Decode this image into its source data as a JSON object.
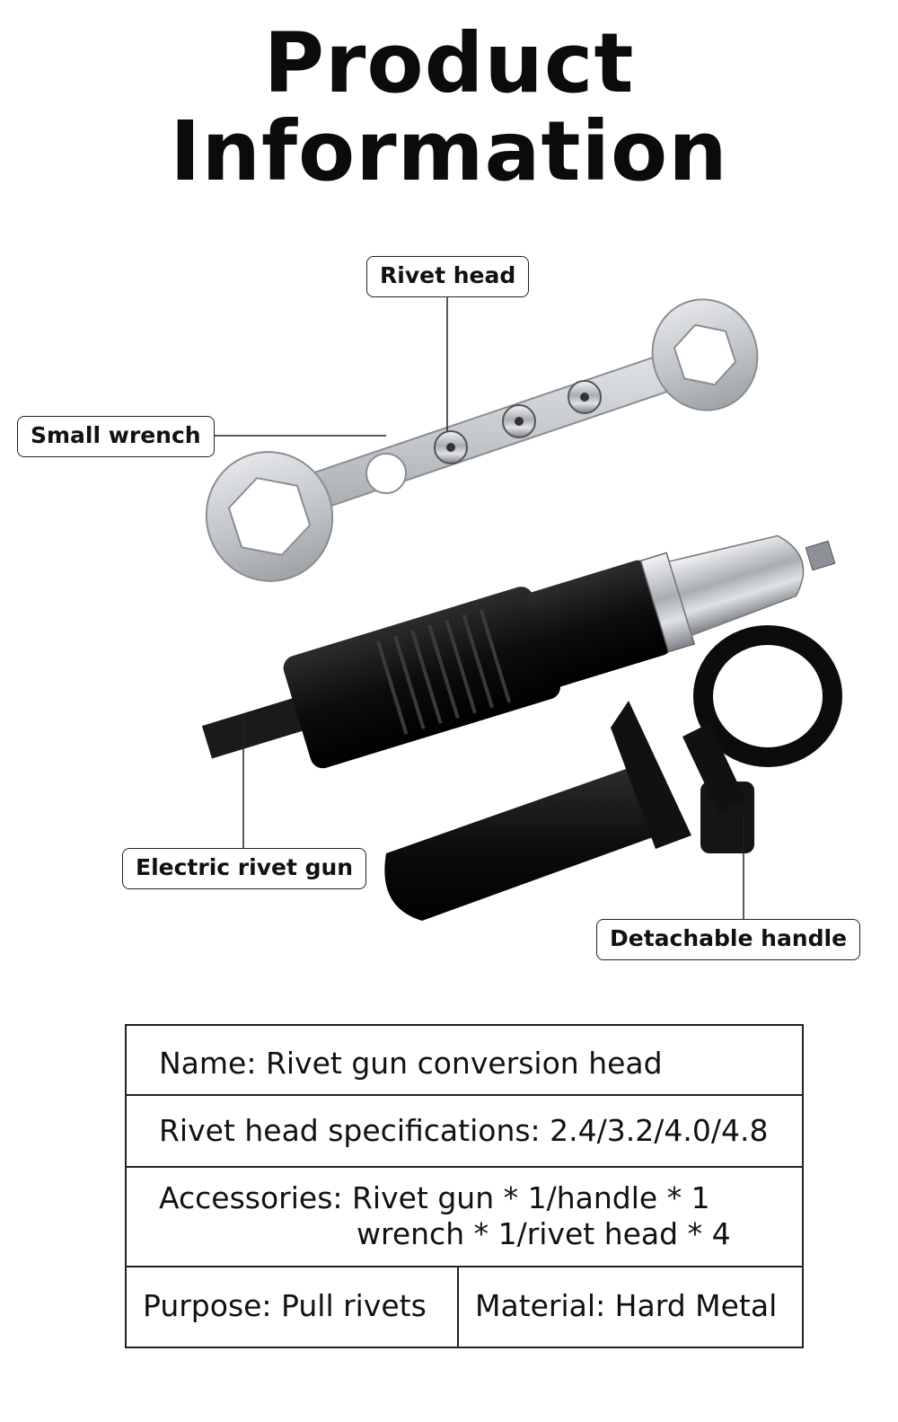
{
  "header": {
    "title_line1": "Product",
    "title_line2": "Information"
  },
  "callouts": {
    "rivet_head": "Rivet head",
    "small_wrench": "Small wrench",
    "electric_rivet_gun": "Electric rivet gun",
    "detachable_handle": "Detachable handle"
  },
  "specs": {
    "name": "Name: Rivet gun conversion head",
    "rivet_head_specs": "Rivet head specifications: 2.4/3.2/4.0/4.8",
    "accessories_line1": "Accessories: Rivet gun * 1/handle * 1",
    "accessories_line2": "wrench * 1/rivet head * 4",
    "purpose": "Purpose: Pull rivets",
    "material": "Material: Hard Metal"
  },
  "colors": {
    "metal": "#c9ccd0",
    "tool_body": "#111111",
    "chrome": "#b8bcc2"
  }
}
